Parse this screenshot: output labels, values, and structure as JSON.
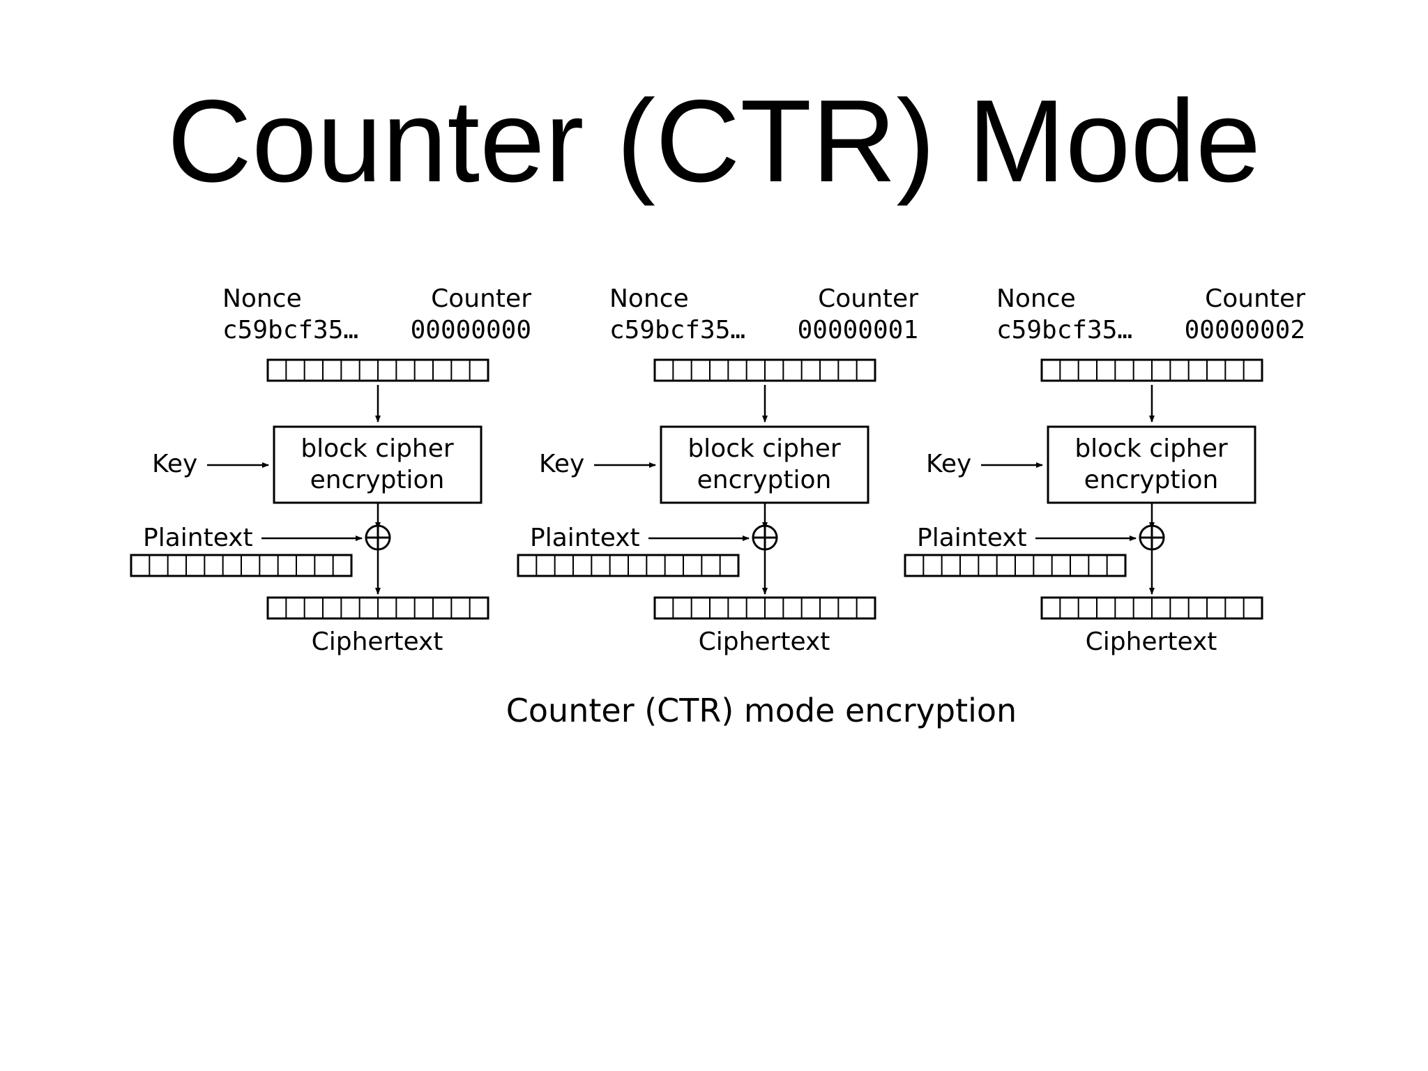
{
  "slide": {
    "title": "Counter (CTR) Mode"
  },
  "diagram": {
    "caption": "Counter (CTR) mode encryption",
    "stages": [
      {
        "nonce_label": "Nonce",
        "nonce_value": "c59bcf35…",
        "counter_label": "Counter",
        "counter_value": "00000000",
        "key_label": "Key",
        "cipher_line1": "block cipher",
        "cipher_line2": "encryption",
        "plaintext_label": "Plaintext",
        "ciphertext_label": "Ciphertext"
      },
      {
        "nonce_label": "Nonce",
        "nonce_value": "c59bcf35…",
        "counter_label": "Counter",
        "counter_value": "00000001",
        "key_label": "Key",
        "cipher_line1": "block cipher",
        "cipher_line2": "encryption",
        "plaintext_label": "Plaintext",
        "ciphertext_label": "Ciphertext"
      },
      {
        "nonce_label": "Nonce",
        "nonce_value": "c59bcf35…",
        "counter_label": "Counter",
        "counter_value": "00000002",
        "key_label": "Key",
        "cipher_line1": "block cipher",
        "cipher_line2": "encryption",
        "plaintext_label": "Plaintext",
        "ciphertext_label": "Ciphertext"
      }
    ]
  }
}
